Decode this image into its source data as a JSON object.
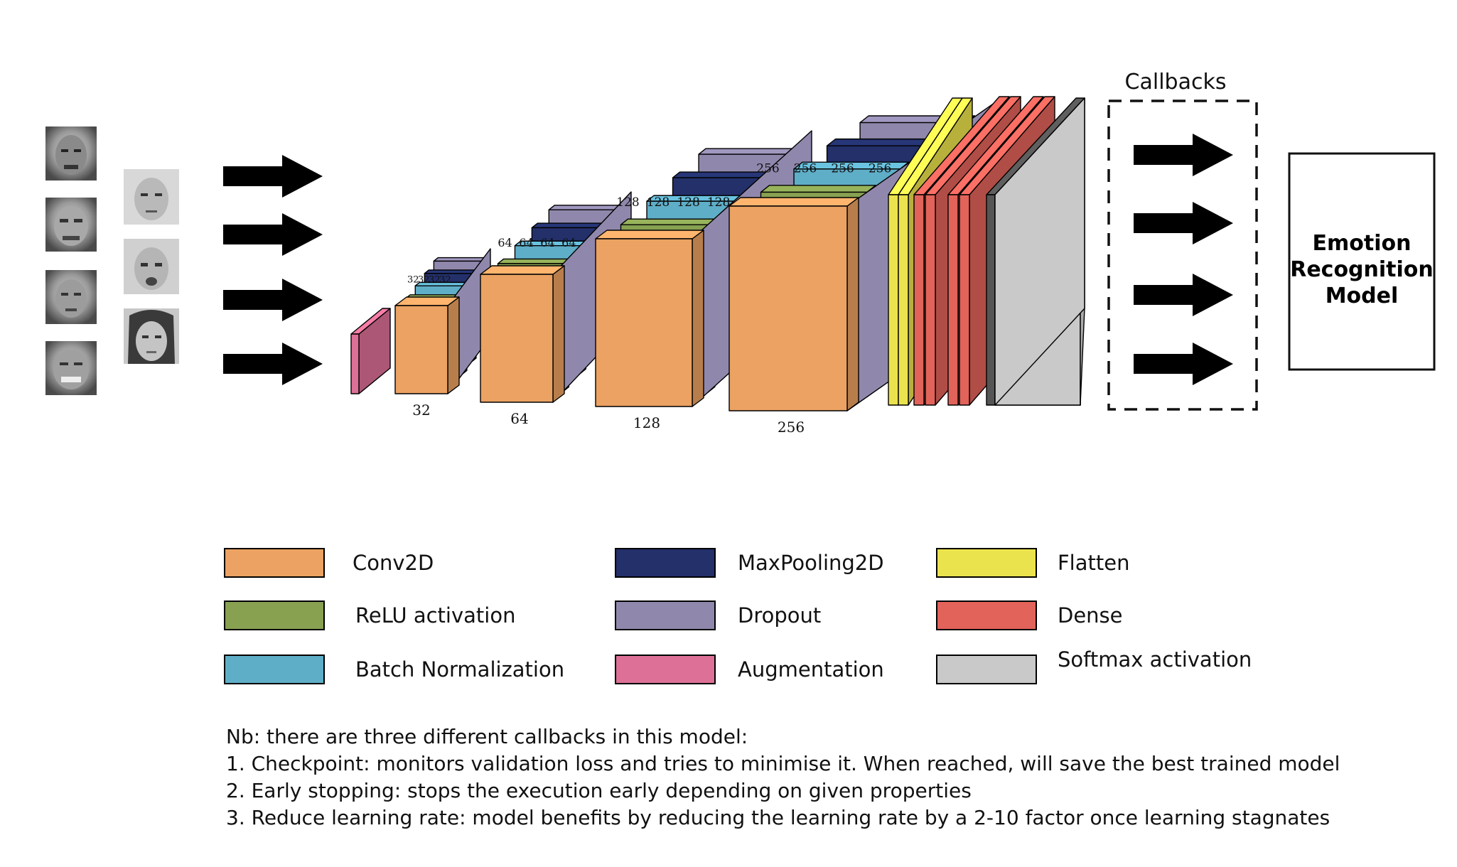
{
  "callbacks_title": "Callbacks",
  "model_box_lines": [
    "Emotion",
    "Recognition",
    "Model"
  ],
  "conv_blocks": [
    {
      "bottom_label": "32",
      "top_labels": [
        "32",
        "32",
        "32",
        "32"
      ]
    },
    {
      "bottom_label": "64",
      "top_labels": [
        "64",
        "64",
        "64",
        "64"
      ]
    },
    {
      "bottom_label": "128",
      "top_labels": [
        "128",
        "128",
        "128",
        "128"
      ]
    },
    {
      "bottom_label": "256",
      "top_labels": [
        "256",
        "256",
        "256",
        "256"
      ]
    }
  ],
  "legend": [
    {
      "label": "Conv2D",
      "color": "#EBA262"
    },
    {
      "label": "ReLU activation",
      "color": "#87A151"
    },
    {
      "label": "Batch Normalization",
      "color": "#5FAEC8"
    },
    {
      "label": "MaxPooling2D",
      "color": "#23306A"
    },
    {
      "label": "Dropout",
      "color": "#9088AC"
    },
    {
      "label": "Augmentation",
      "color": "#DD7096"
    },
    {
      "label": "Flatten",
      "color": "#EBE34D"
    },
    {
      "label": "Dense",
      "color": "#E1635A"
    },
    {
      "label": "Softmax activation",
      "color": "#C9C9C9"
    }
  ],
  "notes": [
    "Nb: there are three different callbacks in this model:",
    "1. Checkpoint: monitors validation loss and tries to minimise it. When reached, will save the best trained model",
    "2. Early stopping: stops the execution early depending on given properties",
    "3. Reduce learning rate: model benefits by reducing the learning rate by a 2-10 factor once learning stagnates"
  ]
}
